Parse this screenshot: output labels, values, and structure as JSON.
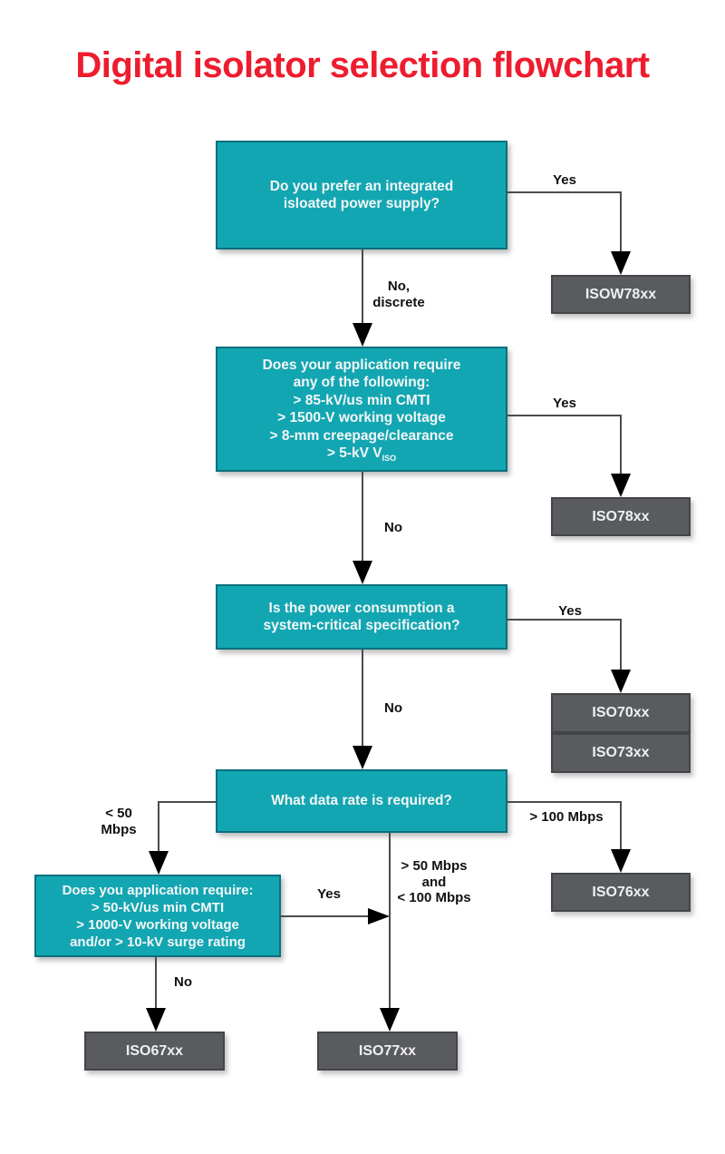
{
  "title": "Digital isolator selection flowchart",
  "colors": {
    "title_red": "#ed1c2e",
    "decision_fill": "#12a6b2",
    "decision_border": "#0c6f7e",
    "result_fill": "#595b5e",
    "result_border": "#434549",
    "connector": "#4b4c4f",
    "arrow": "#000000"
  },
  "nodes": {
    "q1": {
      "lines": [
        "Do you prefer an integrated",
        "isloated power supply?"
      ]
    },
    "q2": {
      "lines": [
        "Does your application require",
        "any of the following:",
        "> 85-kV/us min CMTI",
        "> 1500-V working voltage",
        "> 8-mm creepage/clearance"
      ],
      "last_main": "> 5-kV V",
      "last_sub": "ISO"
    },
    "q3": {
      "lines": [
        "Is the power consumption a",
        "system-critical specification?"
      ]
    },
    "q4": {
      "lines": [
        "What data rate is required?"
      ]
    },
    "q5": {
      "lines": [
        "Does you application require:",
        "> 50-kV/us min CMTI",
        "> 1000-V working voltage",
        "and/or > 10-kV surge rating"
      ]
    }
  },
  "results": {
    "isow78xx": "ISOW78xx",
    "iso78xx": "ISO78xx",
    "iso70xx": "ISO70xx",
    "iso73xx": "ISO73xx",
    "iso76xx": "ISO76xx",
    "iso67xx": "ISO67xx",
    "iso77xx": "ISO77xx"
  },
  "labels": {
    "q1_yes": "Yes",
    "q1_no": "No,\ndiscrete",
    "q2_yes": "Yes",
    "q2_no": "No",
    "q3_yes": "Yes",
    "q3_no": "No",
    "q4_left": "< 50\nMbps",
    "q4_right": "> 100 Mbps",
    "q4_down": "> 50 Mbps\nand\n< 100 Mbps",
    "q5_yes": "Yes",
    "q5_no": "No"
  }
}
